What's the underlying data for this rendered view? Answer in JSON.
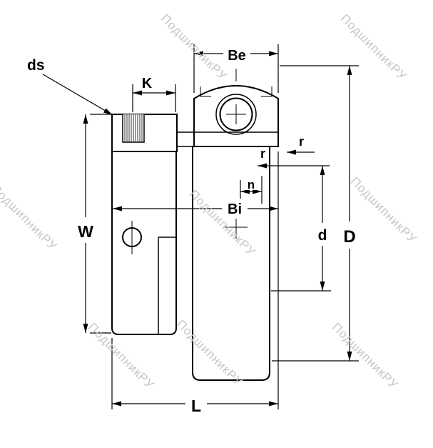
{
  "watermark": {
    "text": "ПодшипникРУ"
  },
  "labels": {
    "ds": "ds",
    "k": "K",
    "be": "Be",
    "r_outer": "r",
    "r_inner": "r",
    "n": "n",
    "bi": "Bi",
    "w": "W",
    "d": "d",
    "d_outer": "D",
    "l": "L"
  },
  "colors": {
    "line": "#000000",
    "watermark": "#c6c6c6",
    "background": "#ffffff"
  }
}
